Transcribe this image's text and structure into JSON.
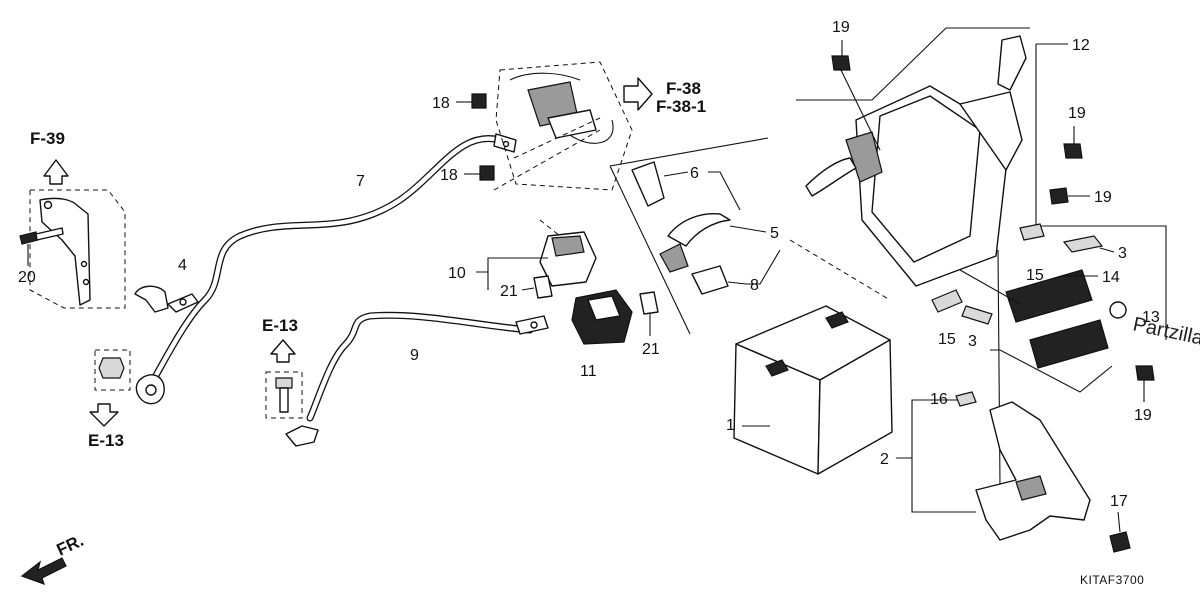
{
  "diagram": {
    "code": "KITAF3700",
    "watermark": "Partzilla",
    "front_label": "FR.",
    "refs": {
      "f39": "F-39",
      "f38": "F-38",
      "f381": "F-38-1",
      "e13_left": "E-13",
      "e13_mid": "E-13"
    },
    "parts": {
      "p1": "1",
      "p2": "2",
      "p3a": "3",
      "p3b": "3",
      "p4": "4",
      "p5": "5",
      "p6": "6",
      "p7": "7",
      "p8": "8",
      "p9": "9",
      "p10": "10",
      "p11": "11",
      "p12": "12",
      "p13": "13",
      "p14": "14",
      "p15a": "15",
      "p15b": "15",
      "p16": "16",
      "p17": "17",
      "p18a": "18",
      "p18b": "18",
      "p19a": "19",
      "p19b": "19",
      "p19c": "19",
      "p19d": "19",
      "p20": "20",
      "p21a": "21",
      "p21b": "21"
    }
  }
}
